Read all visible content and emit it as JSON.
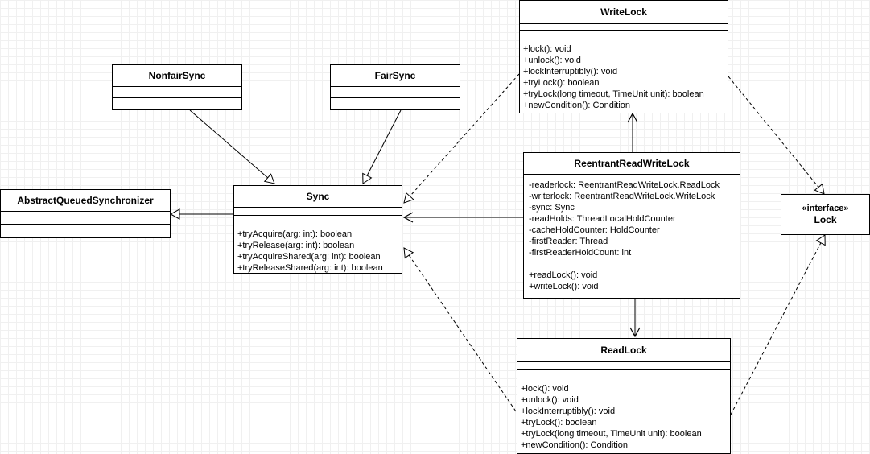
{
  "classes": {
    "write_lock": {
      "name": "WriteLock",
      "operations": [
        "+lock(): void",
        "+unlock(): void",
        "+lockInterruptibly(): void",
        "+tryLock(): boolean",
        "+tryLock(long timeout, TimeUnit unit): boolean",
        "+newCondition(): Condition"
      ]
    },
    "nonfair_sync": {
      "name": "NonfairSync"
    },
    "fair_sync": {
      "name": "FairSync"
    },
    "aqs": {
      "name": "AbstractQueuedSynchronizer"
    },
    "sync": {
      "name": "Sync",
      "operations": [
        "+tryAcquire(arg: int): boolean",
        "+tryRelease(arg: int): boolean",
        "+tryAcquireShared(arg: int): boolean",
        "+tryReleaseShared(arg: int): boolean"
      ]
    },
    "rrwl": {
      "name": "ReentrantReadWriteLock",
      "attributes": [
        "-readerlock: ReentrantReadWriteLock.ReadLock",
        "-writerlock: ReentrantReadWriteLock.WriteLock",
        "-sync: Sync",
        "-readHolds: ThreadLocalHoldCounter",
        "-cacheHoldCounter: HoldCounter",
        "-firstReader: Thread",
        "-firstReaderHoldCount: int"
      ],
      "operations": [
        "+readLock(): void",
        "+writeLock(): void"
      ]
    },
    "lock": {
      "stereotype": "«interface»",
      "name": "Lock"
    },
    "read_lock": {
      "name": "ReadLock",
      "operations": [
        "+lock(): void",
        "+unlock(): void",
        "+lockInterruptibly(): void",
        "+tryLock(): boolean",
        "+tryLock(long timeout, TimeUnit unit): boolean",
        "+newCondition(): Condition"
      ]
    }
  }
}
